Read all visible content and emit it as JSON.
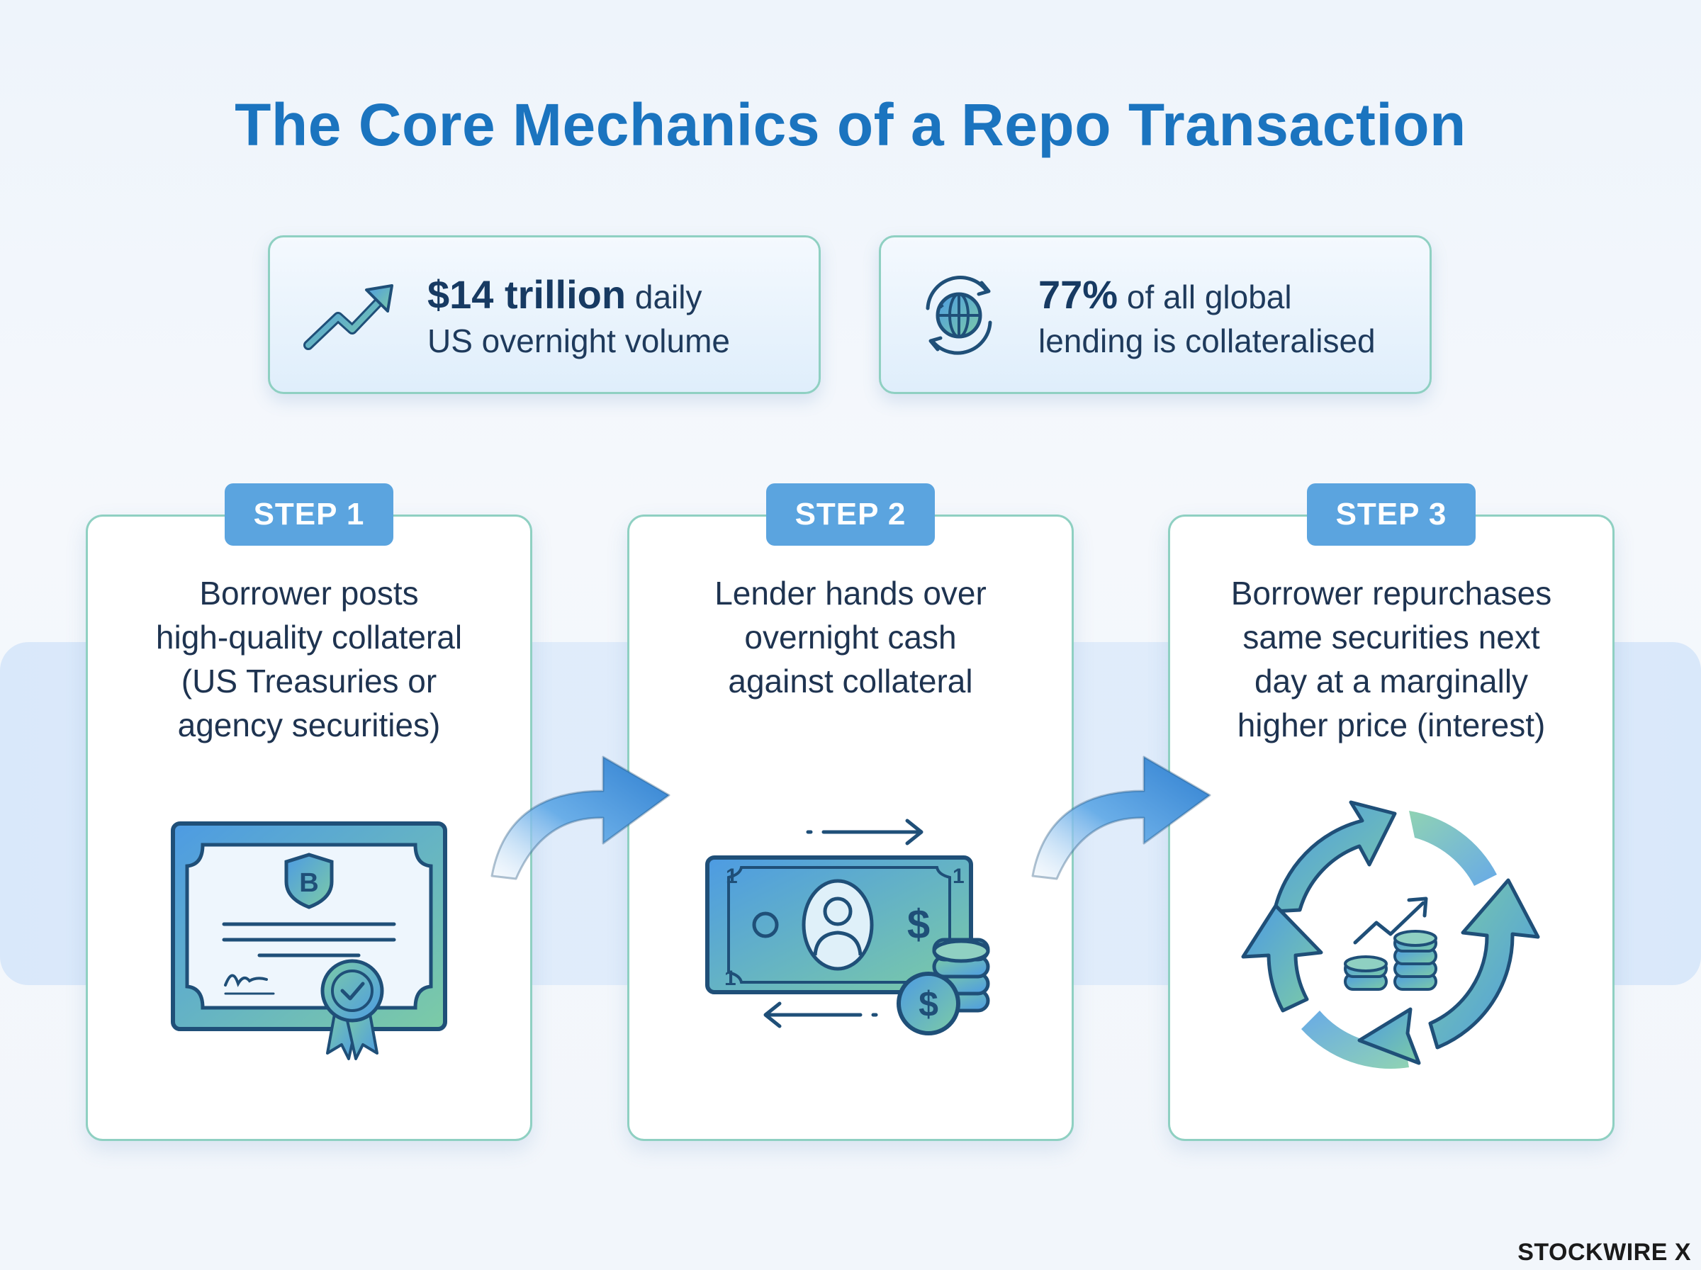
{
  "title": "The Core Mechanics of a Repo Transaction",
  "stats": [
    {
      "icon": "trend-up-arrow-icon",
      "highlight": "$14 trillion",
      "rest": " daily",
      "line2": "US overnight volume"
    },
    {
      "icon": "globe-cycle-icon",
      "highlight": "77%",
      "rest": " of all global",
      "line2": "lending is collateralised"
    }
  ],
  "steps": [
    {
      "label": "STEP 1",
      "lines": [
        "Borrower posts",
        "high-quality collateral",
        "(US Treasuries or",
        "agency securities)"
      ],
      "icon": "certificate-icon"
    },
    {
      "label": "STEP 2",
      "lines": [
        "Lender hands over",
        "overnight cash",
        "against collateral"
      ],
      "icon": "banknote-coins-icon"
    },
    {
      "label": "STEP 3",
      "lines": [
        "Borrower repurchases",
        "same securities next",
        "day at a marginally",
        "higher price (interest)"
      ],
      "icon": "cycle-arrows-coins-icon"
    }
  ],
  "certificate_letter": "B",
  "banknote_digit": "1",
  "currency_symbol": "$",
  "brand": "STOCKWIRE X",
  "colors": {
    "title": "#1b74bf",
    "badge": "#5ba4df",
    "card_border": "#8fd0c2",
    "accent_green": "#6cc3a4",
    "icon_stroke": "#1f4f78"
  }
}
